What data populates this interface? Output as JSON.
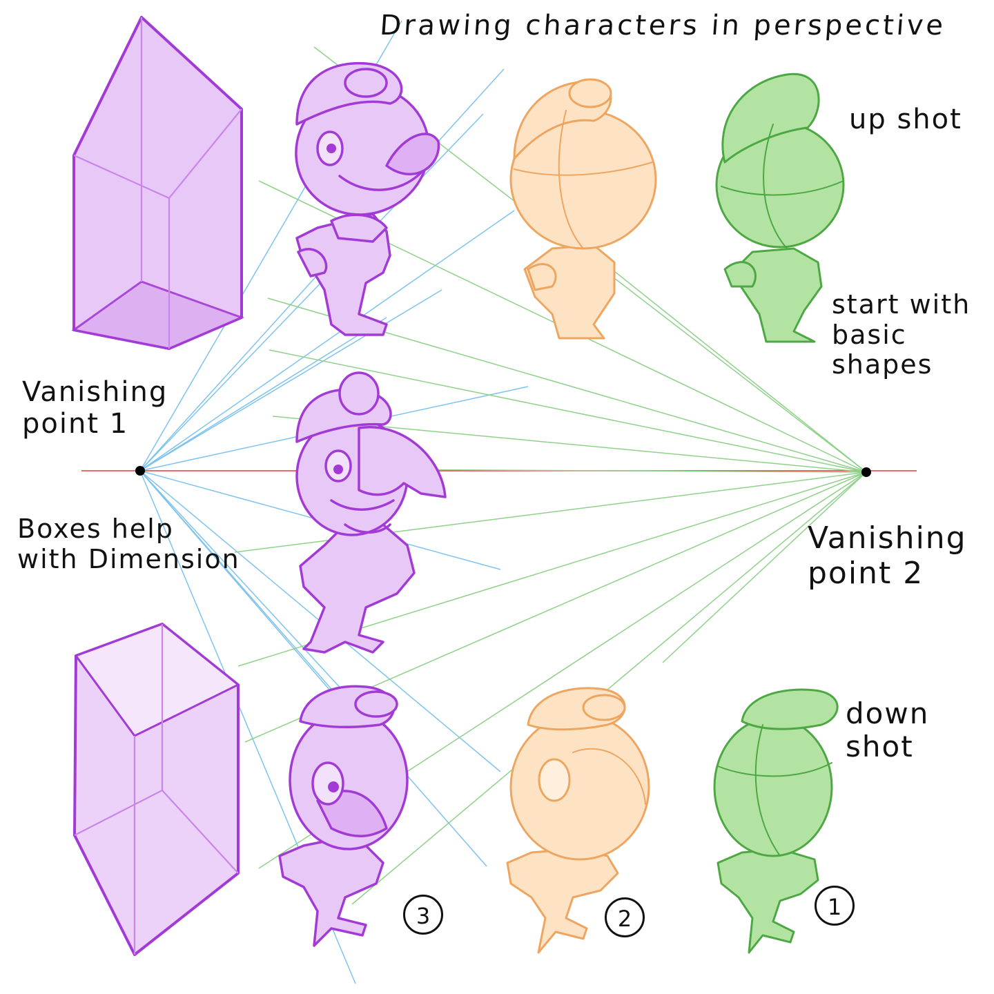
{
  "title": "Drawing characters in perspective",
  "labels": {
    "up_shot": "up shot",
    "start_with": "start with\nbasic\nshapes",
    "vanishing_point_1": "Vanishing\npoint 1",
    "boxes_help": "Boxes help\nwith Dimension",
    "vanishing_point_2": "Vanishing\npoint 2",
    "down_shot": "down\nshot"
  },
  "steps": {
    "step_3": "3",
    "step_2": "2",
    "step_1": "1"
  },
  "colors": {
    "purple_line": "#a23ad6",
    "purple_fill": "#e8c8f7",
    "orange_line": "#eea560",
    "orange_fill": "#fde3c4",
    "green_line": "#4da843",
    "green_fill": "#b2e3a2",
    "horizon": "#e53935",
    "blue_guide": "#7ec3ee",
    "green_guide": "#8fd08a"
  }
}
